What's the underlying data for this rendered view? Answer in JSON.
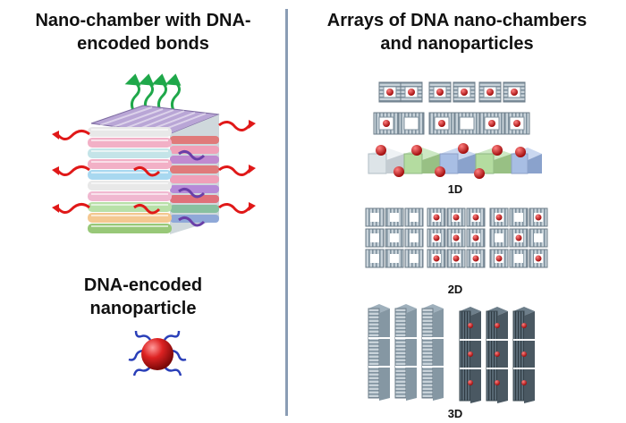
{
  "left": {
    "title_line1": "Nano-chamber with DNA-",
    "title_line2": "encoded bonds",
    "np_label_line1": "DNA-encoded",
    "np_label_line2": "nanoparticle"
  },
  "right": {
    "title_line1": "Arrays of DNA nano-chambers",
    "title_line2": "and nanoparticles",
    "label_1d": "1D",
    "label_2d": "2D",
    "label_3d": "3D"
  },
  "colors": {
    "divider": "#8a9db5",
    "nanoparticle": "#d42020",
    "dna_strand_red": "#e01818",
    "dna_strand_green": "#1fa84a",
    "dna_strand_purple": "#6a3fa8",
    "chamber_grey": "#9fb0bc",
    "cube_green": "#a8d890",
    "cube_blue": "#9fb8e0"
  }
}
